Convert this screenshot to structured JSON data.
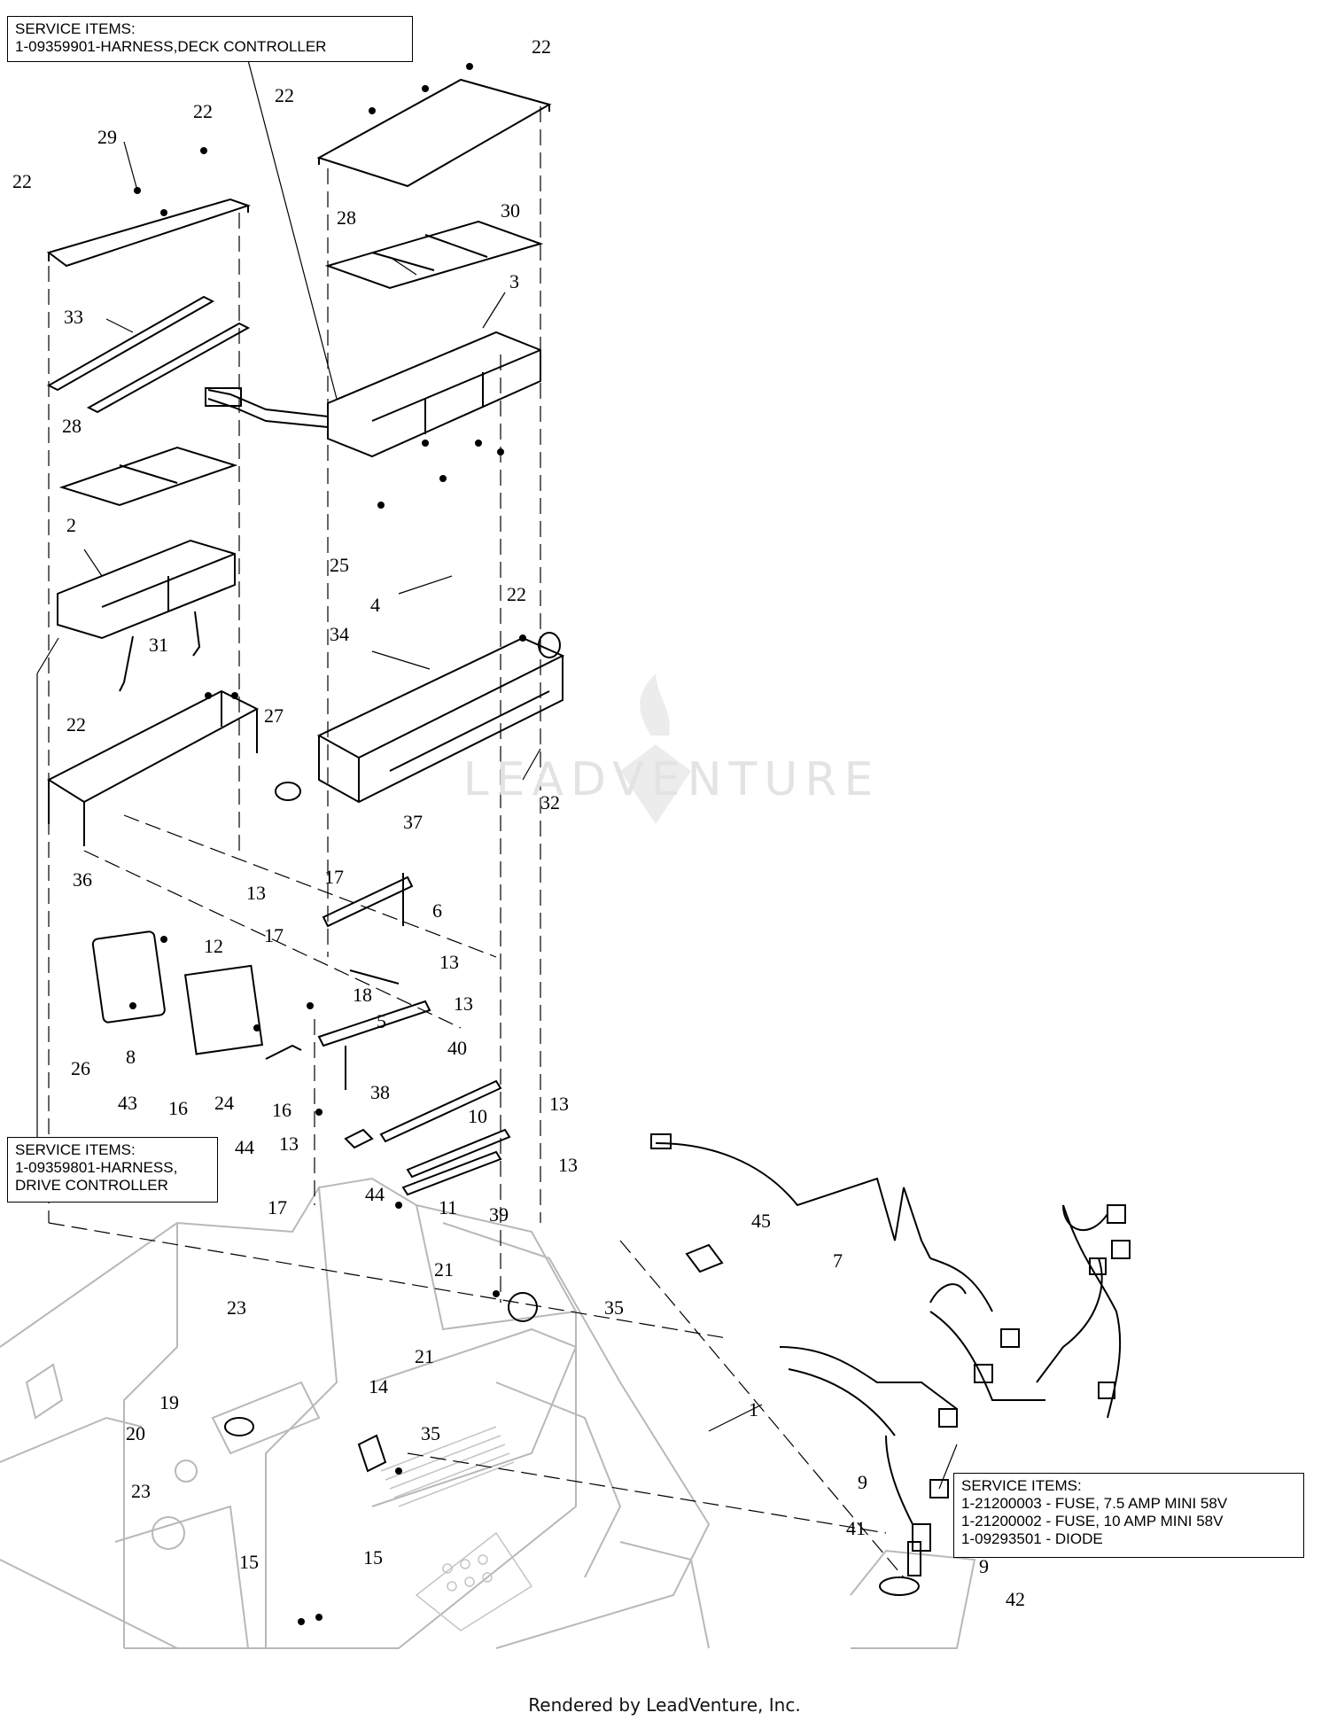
{
  "service_boxes": {
    "deck": {
      "title": "SERVICE ITEMS:",
      "lines": [
        "1-09359901-HARNESS,DECK CONTROLLER"
      ]
    },
    "drive": {
      "title": "SERVICE ITEMS:",
      "lines": [
        "1-09359801-HARNESS,",
        "DRIVE CONTROLLER"
      ]
    },
    "fuse": {
      "title": "SERVICE ITEMS:",
      "lines": [
        "1-21200003 - FUSE, 7.5 AMP MINI 58V",
        "1-21200002 - FUSE, 10 AMP MINI 58V",
        "1-09293501 - DIODE"
      ]
    }
  },
  "callouts": [
    "22",
    "22",
    "22",
    "22",
    "29",
    "30",
    "28",
    "3",
    "33",
    "28",
    "2",
    "25",
    "4",
    "22",
    "31",
    "34",
    "27",
    "22",
    "32",
    "37",
    "36",
    "17",
    "13",
    "6",
    "17",
    "12",
    "13",
    "18",
    "13",
    "5",
    "26",
    "8",
    "43",
    "16",
    "24",
    "40",
    "38",
    "13",
    "10",
    "16",
    "44",
    "13",
    "44",
    "11",
    "13",
    "39",
    "17",
    "45",
    "7",
    "21",
    "35",
    "23",
    "1",
    "19",
    "20",
    "14",
    "21",
    "35",
    "23",
    "9",
    "41",
    "9",
    "15",
    "15",
    "42"
  ],
  "watermark": "LEADVENTURE",
  "footer": "Rendered by LeadVenture, Inc.",
  "colors": {
    "line": "#000000",
    "frame": "#b8b8b8",
    "watermark": "#e3e3e3"
  }
}
